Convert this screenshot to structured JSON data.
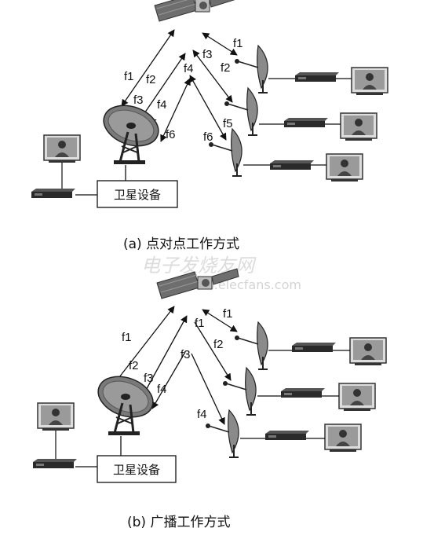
{
  "panel_a": {
    "caption": "(a)  点对点工作方式",
    "equipment_label": "卫星设备",
    "labels": [
      "f1",
      "f2",
      "f3",
      "f4",
      "f5",
      "f6",
      "f1",
      "f2",
      "f3",
      "f4",
      "f5",
      "f6"
    ]
  },
  "panel_b": {
    "caption": "(b)  广播工作方式",
    "equipment_label": "卫星设备",
    "labels": [
      "f1",
      "f2",
      "f3",
      "f4",
      "f1",
      "f2",
      "f3",
      "f1",
      "f4"
    ]
  },
  "watermark": {
    "line1": "电子发烧友网",
    "line2": "www.elecfans.com"
  },
  "colors": {
    "ink": "#111111",
    "screen": "#9a9a9a",
    "device": "#2a2a2a"
  }
}
